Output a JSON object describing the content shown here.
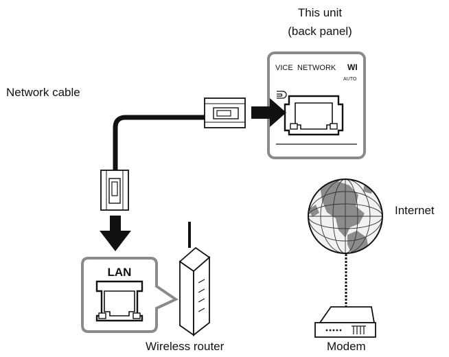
{
  "labels": {
    "unit_line1": "This unit",
    "unit_line2": "(back panel)",
    "network_cable": "Network cable",
    "internet": "Internet",
    "wireless_router": "Wireless router",
    "modem": "Modem"
  },
  "back_panel": {
    "left_label": "VICE",
    "center_label": "NETWORK",
    "right_label": "WI",
    "right_sublabel": "AUTO"
  },
  "router_port": {
    "label": "LAN"
  },
  "colors": {
    "panel_border": "#8a8a8a",
    "ink": "#111111",
    "globe_land": "#8c8c8c",
    "globe_sea": "#f2f2f2"
  }
}
